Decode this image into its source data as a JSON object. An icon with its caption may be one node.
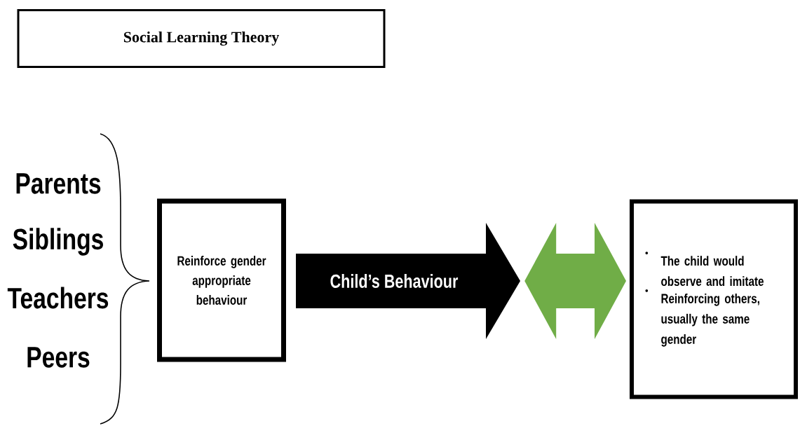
{
  "diagram": {
    "nodes": [
      {
        "text": [
          "Social Learning Theory"
        ]
      },
      {
        "text": [
          "Reinforce gender appropriate behaviour"
        ]
      },
      {
        "text": [
          "Child’s Behaviour"
        ]
      },
      {
        "text": [
          "The child would observe and imitate",
          "Reinforcing others, usually the same gender"
        ]
      }
    ],
    "edges": [
      {
        "from": 2,
        "to": 3,
        "arrow": "both",
        "color": "#70ad47"
      }
    ],
    "labels": [
      "Parents",
      "Siblings",
      "Teachers",
      "Peers"
    ]
  }
}
